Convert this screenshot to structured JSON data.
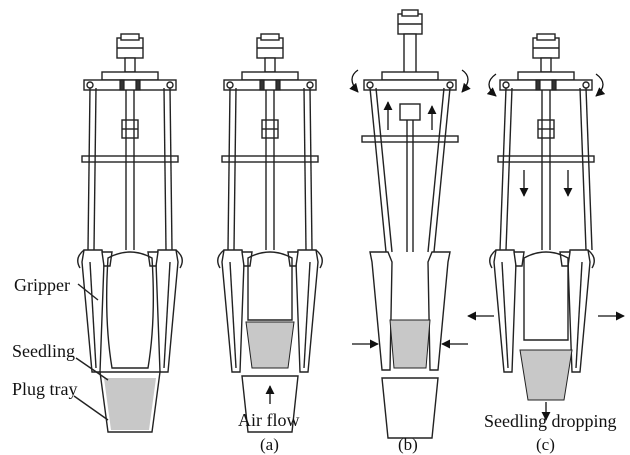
{
  "colors": {
    "ink": "#222222",
    "soil": "#c8c8c8",
    "background": "#ffffff"
  },
  "labels": {
    "gripper": "Gripper",
    "seedling": "Seedling",
    "plug_tray": "Plug tray",
    "air_flow": "Air flow",
    "seedling_dropping": "Seedling dropping"
  },
  "captions": {
    "a": "(a)",
    "b": "(b)",
    "c": "(c)"
  }
}
